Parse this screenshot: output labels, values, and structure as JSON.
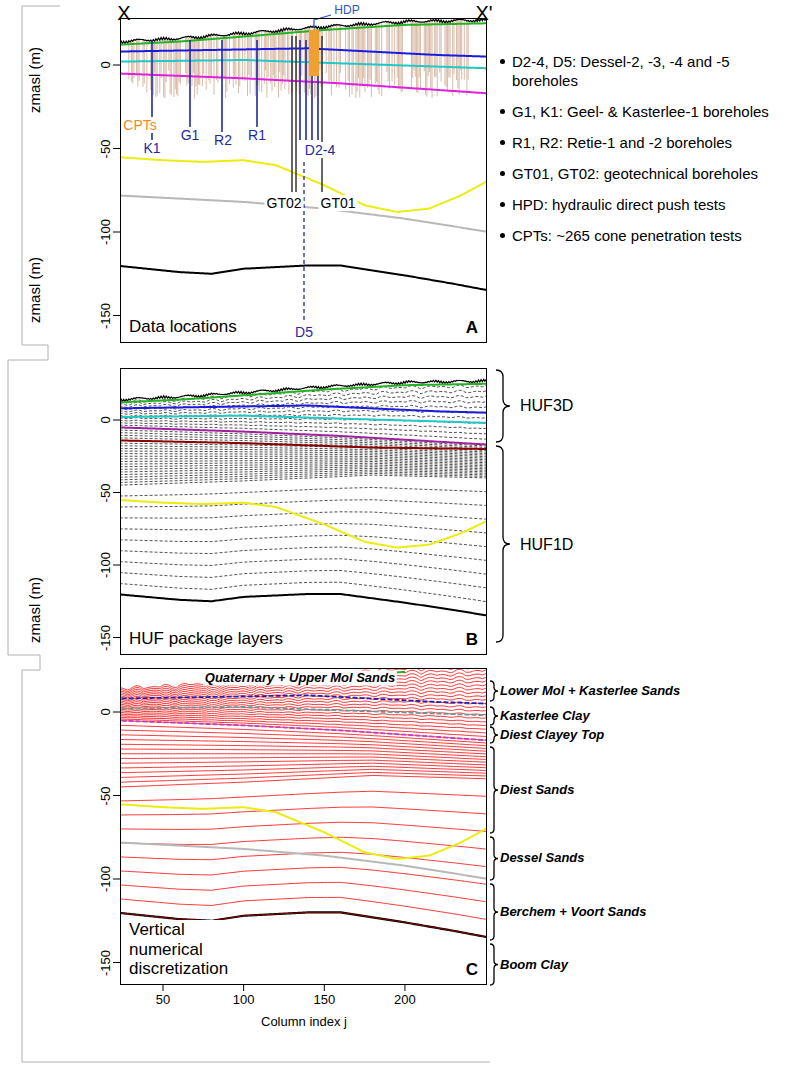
{
  "diagram": {
    "nodes": [
      {
        "text": [
          "Data locations",
          "A"
        ]
      },
      {
        "text": [
          "HUF package layers",
          "B"
        ]
      },
      {
        "text": [
          "Vertical numerical discretization",
          "C"
        ]
      }
    ],
    "labels": [
      "X",
      "X'",
      "HDP",
      "CPTs",
      "K1",
      "G1",
      "R2",
      "R1",
      "D2-4",
      "GT02",
      "GT01",
      "D5",
      "zmasl (m)",
      "0",
      "-50",
      "-100",
      "-150",
      "D2-4, D5: Dessel-2, -3, -4 and -5 boreholes",
      "G1, K1: Geel- & Kasterlee-1 boreholes",
      "R1, R2: Retie-1 and -2 boreholes",
      "GT01, GT02: geotechnical boreholes",
      "HPD: hydraulic direct push tests",
      "CPTs: ~265 cone penetration tests",
      "zmasl (m)",
      "0",
      "-50",
      "-100",
      "-150",
      "HUF3D",
      "HUF1D",
      "zmasl (m)",
      "0",
      "-50",
      "-100",
      "-150",
      "Quaternary + Upper Mol Sands",
      "Lower Mol + Kasterlee Sands",
      "Kasterlee Clay",
      "Diest Clayey Top",
      "Diest Sands",
      "Dessel Sands",
      "Berchem + Voort Sands",
      "Boom Clay",
      "50",
      "100",
      "150",
      "200",
      "Column index j"
    ]
  }
}
